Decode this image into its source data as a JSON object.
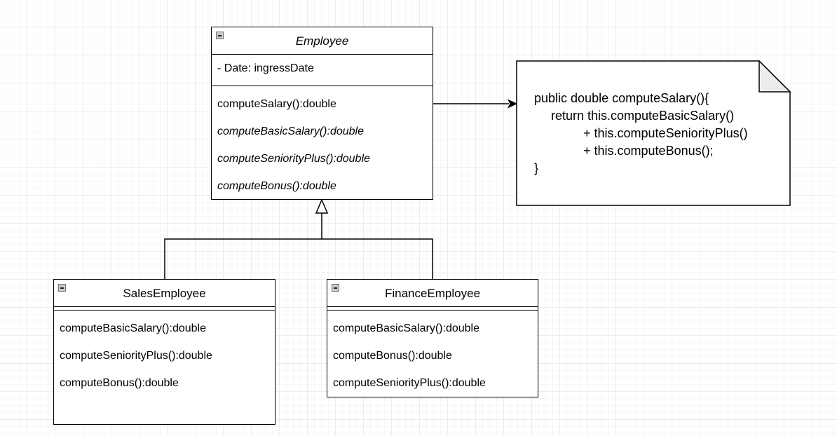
{
  "classes": {
    "employee": {
      "name": "Employee",
      "attributes": [
        "- Date: ingressDate"
      ],
      "methods": [
        "computeSalary():double",
        "computeBasicSalary():double",
        "computeSeniorityPlus():double",
        "computeBonus():double"
      ]
    },
    "sales_employee": {
      "name": "SalesEmployee",
      "methods": [
        "computeBasicSalary():double",
        "computeSeniorityPlus():double",
        "computeBonus():double"
      ]
    },
    "finance_employee": {
      "name": "FinanceEmployee",
      "methods": [
        "computeBasicSalary():double",
        "computeBonus():double",
        "computeSeniorityPlus():double"
      ]
    }
  },
  "note": {
    "lines": [
      "public double computeSalary(){",
      "return this.computeBasicSalary()",
      "+ this.computeSeniorityPlus()",
      "+ this.computeBonus();",
      "}"
    ]
  },
  "relations": {
    "generalization": "SalesEmployee, FinanceEmployee extend Employee",
    "note_link": "computeSalary() -> note"
  }
}
